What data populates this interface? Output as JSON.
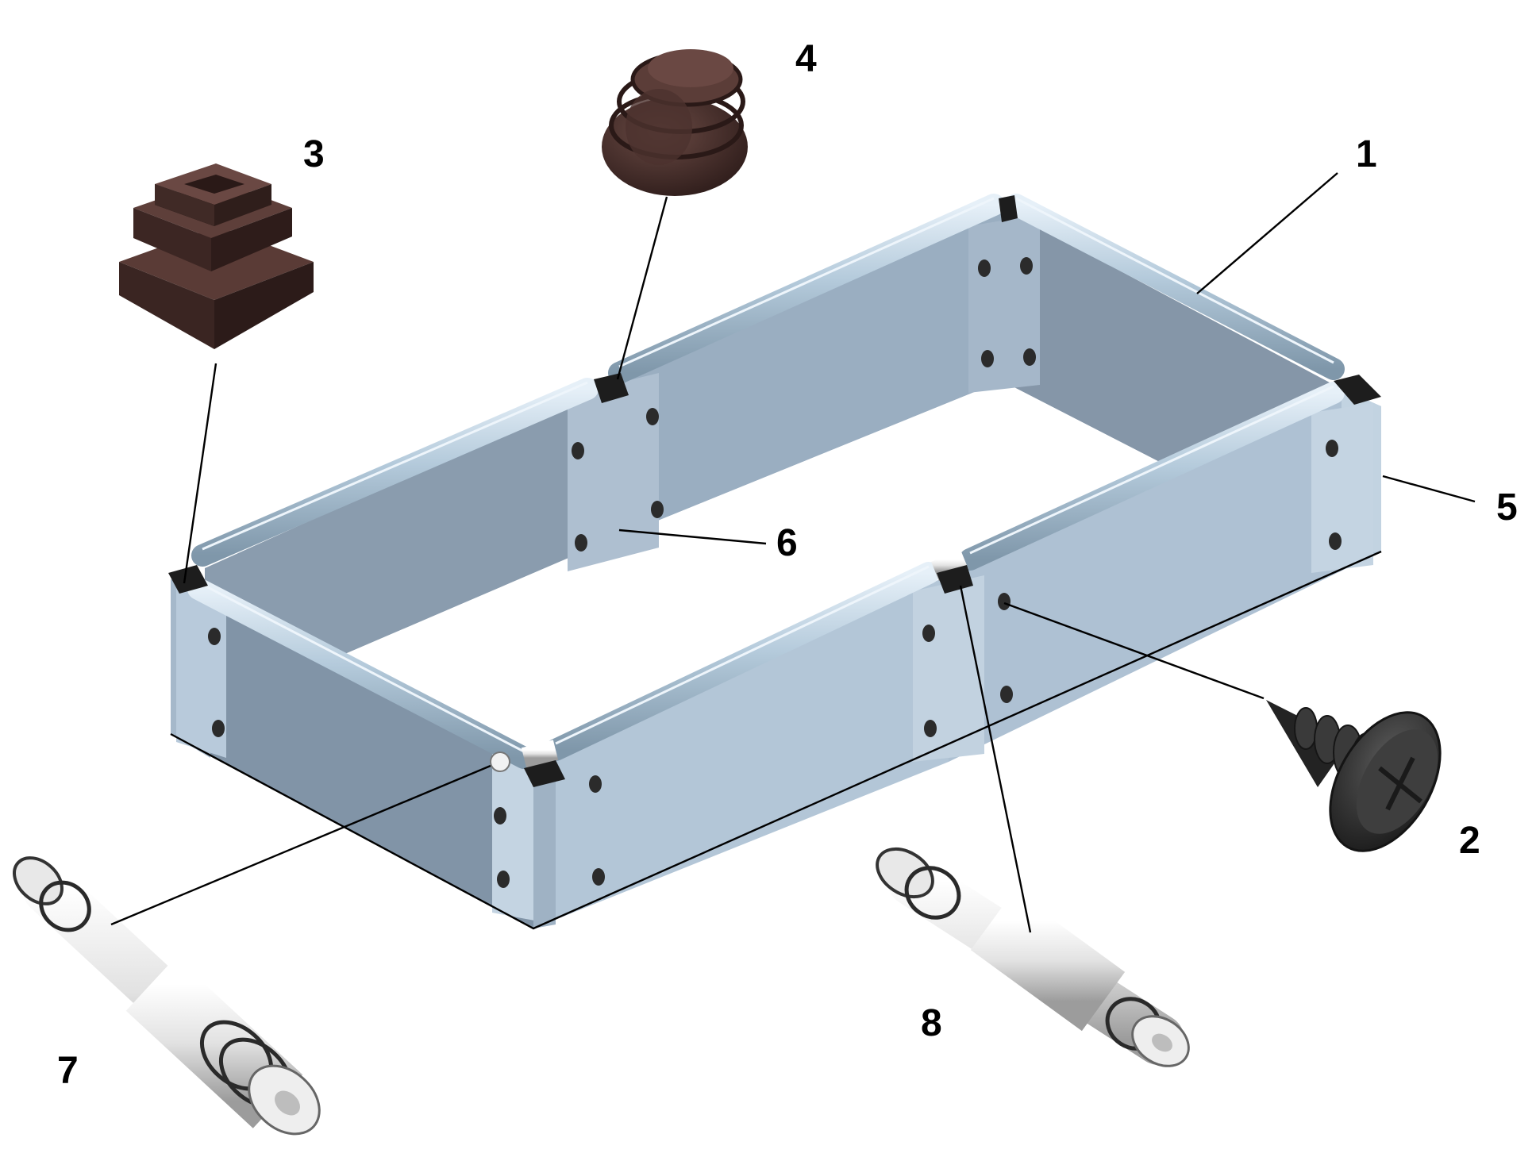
{
  "diagram": {
    "parts": [
      {
        "id": "1",
        "label": "1"
      },
      {
        "id": "2",
        "label": "2"
      },
      {
        "id": "3",
        "label": "3"
      },
      {
        "id": "4",
        "label": "4"
      },
      {
        "id": "5",
        "label": "5"
      },
      {
        "id": "6",
        "label": "6"
      },
      {
        "id": "7",
        "label": "7"
      },
      {
        "id": "8",
        "label": "8"
      }
    ]
  },
  "colors": {
    "panel_light": "#b6c8d8",
    "panel_mid": "#a6bacd",
    "panel_dark": "#8496a8",
    "panel_inner": "#8193a5",
    "rail": "#a9c2d6",
    "rail_highlight": "#e6f0f8",
    "cap_brown": "#4a2f2b",
    "cap_brown_dark": "#2f1d1b",
    "screw": "#2e2e2e",
    "connector": "#e6e6e6",
    "connector_shade": "#a8a8a8",
    "line": "#000000"
  }
}
